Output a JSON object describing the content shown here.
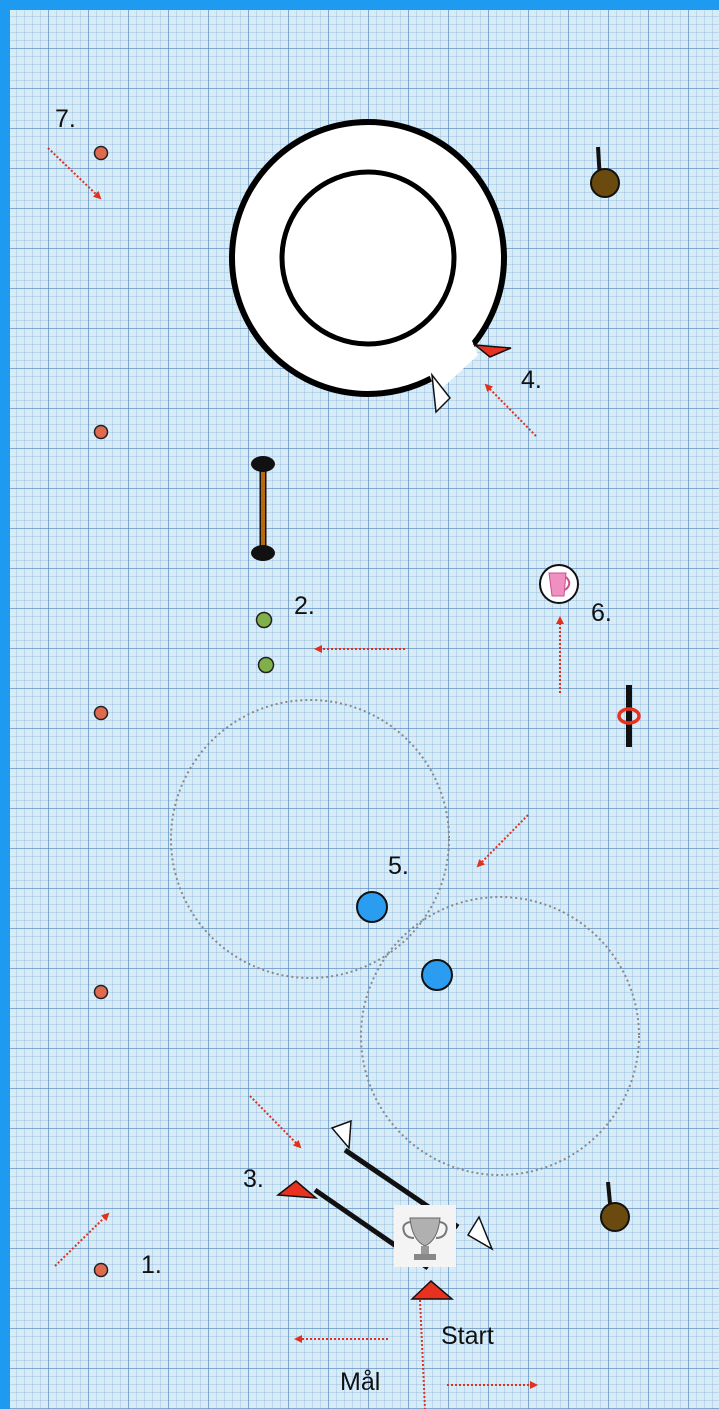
{
  "labels": {
    "step1": "1.",
    "step2": "2.",
    "step3": "3.",
    "step4": "4.",
    "step5": "5.",
    "step6": "6.",
    "step7": "7.",
    "start": "Start",
    "finish": "Mål"
  },
  "icons": {
    "trophy": "trophy-icon",
    "pitcher": "pitcher-icon"
  },
  "colors": {
    "frame": "#1e9bf0",
    "grid_background": "#d8ecf8",
    "pylon": "#e06a50",
    "arrow": "#e0301e",
    "green_marker": "#7fb04a",
    "blue_marker": "#2a9df0",
    "flag_red": "#e8311f",
    "pole_brown": "#5a3c0a",
    "bar_orange": "#b8690d"
  }
}
